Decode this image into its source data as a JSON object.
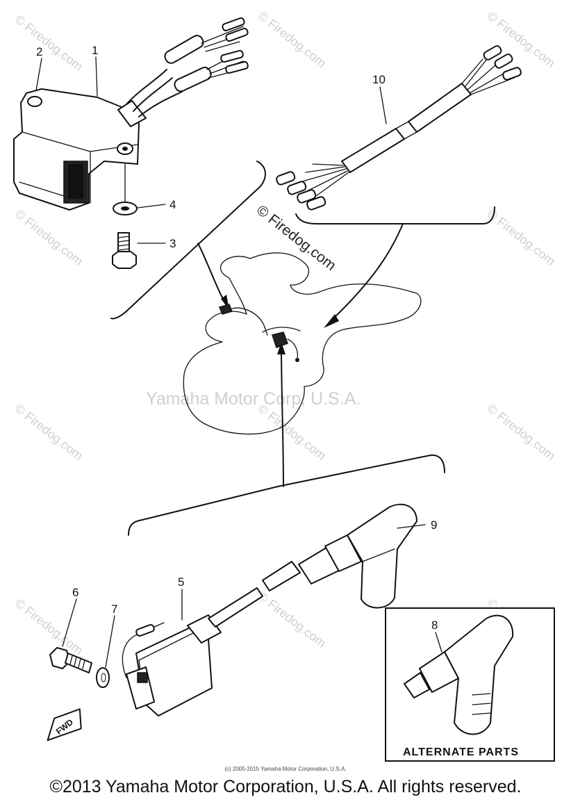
{
  "watermarks": {
    "firedog": "© Firedog.com",
    "center": "Yamaha Motor Corp, U.S.A."
  },
  "callouts": {
    "c1": "1",
    "c2": "2",
    "c3": "3",
    "c4": "4",
    "c5": "5",
    "c6": "6",
    "c7": "7",
    "c8": "8",
    "c9": "9",
    "c10": "10"
  },
  "alternate_parts_label": "ALTERNATE PARTS",
  "fwd_label": "FWD",
  "fine_print": "(c) 2005-2015 Yamaha Motor Corporation, U.S.A.",
  "copyright": "©2013 Yamaha Motor Corporation, U.S.A. All rights reserved."
}
